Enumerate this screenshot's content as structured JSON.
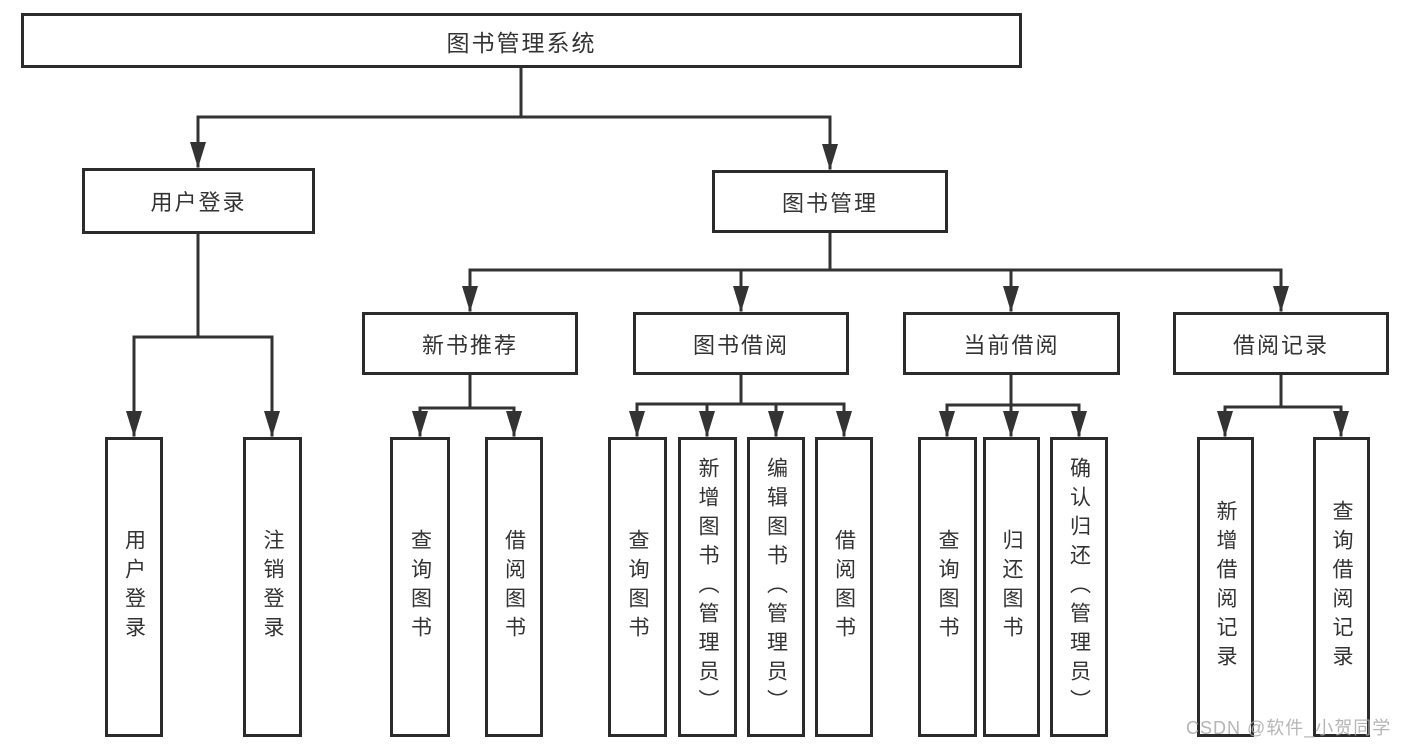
{
  "diagram": {
    "type": "hierarchy-diagram",
    "background": "#ffffff",
    "colors": {
      "box_border": "#2b2b2b",
      "connector_line": "#333333",
      "text": "#333333",
      "watermark_text": "#a9a9a9"
    },
    "watermark": "CSDN @软件_小贺同学",
    "tree": {
      "label": "图书管理系统",
      "children": [
        {
          "label": "用户登录",
          "children": [
            {
              "label": "用户登录"
            },
            {
              "label": "注销登录"
            }
          ]
        },
        {
          "label": "图书管理",
          "children": [
            {
              "label": "新书推荐",
              "children": [
                {
                  "label": "查询图书"
                },
                {
                  "label": "借阅图书"
                }
              ]
            },
            {
              "label": "图书借阅",
              "children": [
                {
                  "label": "查询图书"
                },
                {
                  "label": "新增图书（管理员）"
                },
                {
                  "label": "编辑图书（管理员）"
                },
                {
                  "label": "借阅图书"
                }
              ]
            },
            {
              "label": "当前借阅",
              "children": [
                {
                  "label": "查询图书"
                },
                {
                  "label": "归还图书"
                },
                {
                  "label": "确认归还（管理员）"
                }
              ]
            },
            {
              "label": "借阅记录",
              "children": [
                {
                  "label": "新增借阅记录"
                },
                {
                  "label": "查询借阅记录"
                }
              ]
            }
          ]
        }
      ]
    }
  }
}
